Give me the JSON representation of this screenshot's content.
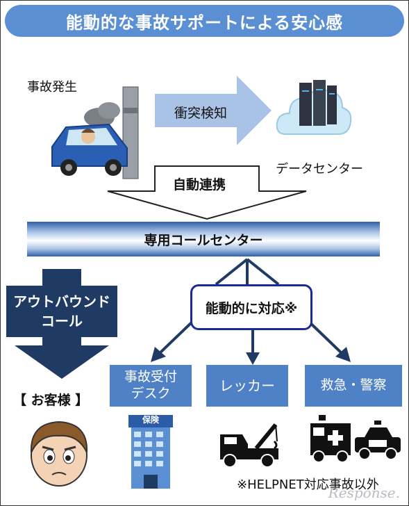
{
  "title": "能動的な事故サポートによる安心感",
  "accident_label": "事故発生",
  "collision_label": "衝突検知",
  "datacenter_label": "データセンター",
  "auto_link_label": "自動連携",
  "call_center_label": "専用コールセンター",
  "outbound": {
    "line1": "アウトバウンド",
    "line2": "コール"
  },
  "customer_label": "【 お客様 】",
  "proactive_label": "能動的に対応※",
  "services": {
    "accident_desk": {
      "line1": "事故受付",
      "line2": "デスク"
    },
    "tow_truck": "レッカー",
    "emergency": "救急・警察"
  },
  "building_sign": "保険",
  "footnote": "※HELPNET対応事故以外",
  "watermark": "Response.",
  "colors": {
    "title_bg": "#5b8fd4",
    "service_box": "#4f81c7",
    "outbound": "#1f3b64",
    "proactive_border": "#1b2a9a"
  }
}
